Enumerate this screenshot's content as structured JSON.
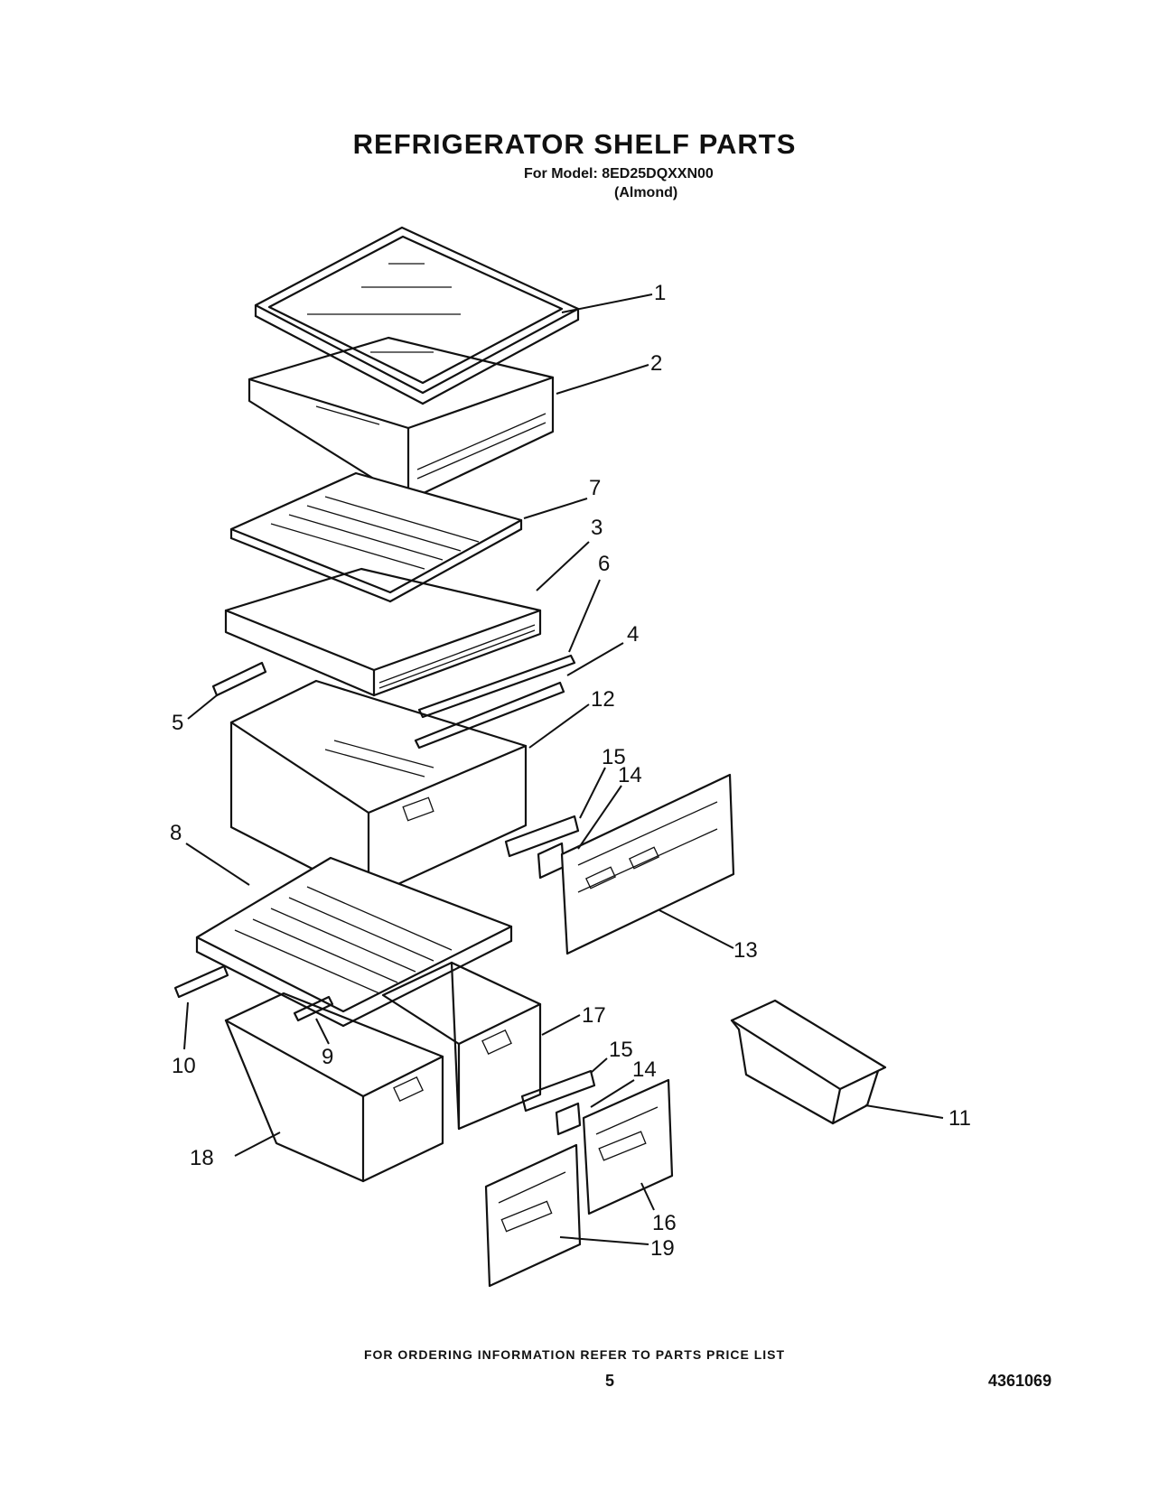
{
  "header": {
    "title": "REFRIGERATOR SHELF PARTS",
    "model": "For Model: 8ED25DQXXN00",
    "color": "(Almond)"
  },
  "diagram": {
    "callouts": [
      {
        "id": "p1",
        "number": "1"
      },
      {
        "id": "p2",
        "number": "2"
      },
      {
        "id": "p3",
        "number": "3"
      },
      {
        "id": "p4",
        "number": "4"
      },
      {
        "id": "p5",
        "number": "5"
      },
      {
        "id": "p6",
        "number": "6"
      },
      {
        "id": "p7",
        "number": "7"
      },
      {
        "id": "p8",
        "number": "8"
      },
      {
        "id": "p9",
        "number": "9"
      },
      {
        "id": "p10",
        "number": "10"
      },
      {
        "id": "p11",
        "number": "11"
      },
      {
        "id": "p12",
        "number": "12"
      },
      {
        "id": "p13",
        "number": "13"
      },
      {
        "id": "p14a",
        "number": "14"
      },
      {
        "id": "p14b",
        "number": "14"
      },
      {
        "id": "p15a",
        "number": "15"
      },
      {
        "id": "p15b",
        "number": "15"
      },
      {
        "id": "p16",
        "number": "16"
      },
      {
        "id": "p17",
        "number": "17"
      },
      {
        "id": "p18",
        "number": "18"
      },
      {
        "id": "p19",
        "number": "19"
      }
    ]
  },
  "footer": {
    "order_note": "FOR ORDERING INFORMATION REFER TO PARTS PRICE LIST",
    "page_number": "5",
    "document_number": "4361069"
  }
}
